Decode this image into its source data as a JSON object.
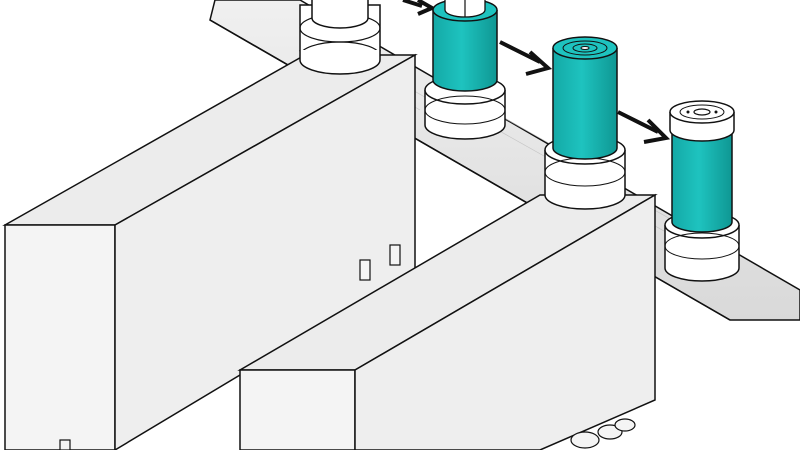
{
  "diagram": {
    "style": "isometric line illustration",
    "colors": {
      "outline": "#111111",
      "block_face_light": "#f2f2f2",
      "block_face_front": "#f7f7f7",
      "block_face_top": "#ececec",
      "belt": "#e6e6e6",
      "belt_shadow": "#d2d2d2",
      "canister_fill": "#19b3b0",
      "canister_highlight": "#7fd9d6",
      "base_white": "#ffffff",
      "arrow": "#111111"
    },
    "components": {
      "blocks": [
        "machine-block-rear",
        "machine-block-front"
      ],
      "conveyor": "conveyor-belt",
      "stations": [
        {
          "name": "station-1",
          "canister": "none"
        },
        {
          "name": "station-2",
          "canister": "partial"
        },
        {
          "name": "station-3",
          "canister": "full"
        },
        {
          "name": "station-4",
          "canister": "assembled"
        }
      ],
      "arrows": [
        "arrow-1-to-2",
        "arrow-2-to-3",
        "arrow-3-to-4"
      ]
    }
  }
}
